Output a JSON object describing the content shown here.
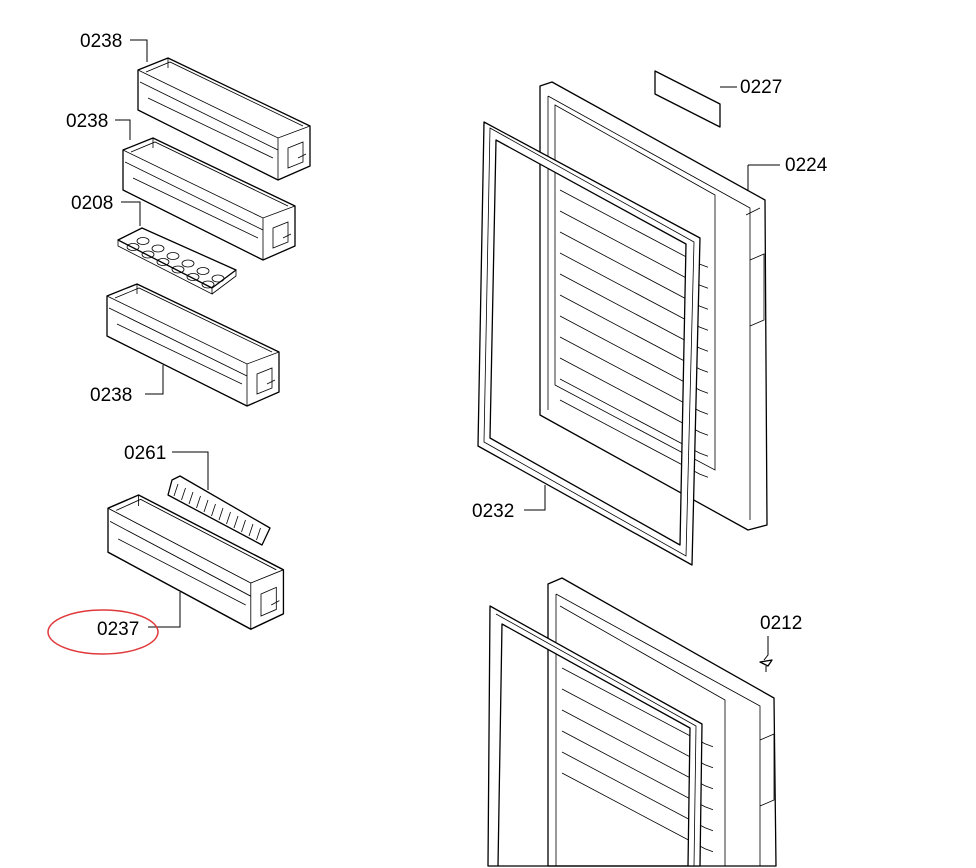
{
  "diagram": {
    "parts": [
      {
        "id": "shelf-top",
        "label": "0238"
      },
      {
        "id": "shelf-second",
        "label": "0238"
      },
      {
        "id": "egg-tray",
        "label": "0208"
      },
      {
        "id": "shelf-third",
        "label": "0238"
      },
      {
        "id": "divider",
        "label": "0261"
      },
      {
        "id": "shelf-bottom",
        "label": "0237"
      },
      {
        "id": "nameplate",
        "label": "0227"
      },
      {
        "id": "upper-door",
        "label": "0224"
      },
      {
        "id": "upper-gasket",
        "label": "0232"
      },
      {
        "id": "screw",
        "label": "0212"
      }
    ],
    "highlight": {
      "part": "0237",
      "color": "#e0393b"
    }
  }
}
